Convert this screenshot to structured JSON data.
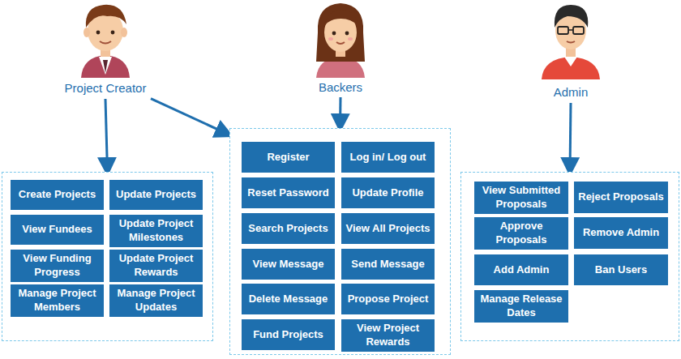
{
  "diagram": {
    "nodes": [
      {
        "text": [
          "Project Creator"
        ]
      },
      {
        "text": [
          "Backers"
        ]
      },
      {
        "text": [
          "Admin"
        ]
      },
      {
        "text": []
      },
      {
        "text": [
          "Create Projects"
        ],
        "in": 3
      },
      {
        "text": [
          "Update Projects"
        ],
        "in": 3
      },
      {
        "text": [
          "View Fundees"
        ],
        "in": 3
      },
      {
        "text": [
          "Update Project Milestones"
        ],
        "in": 3
      },
      {
        "text": [
          "View Funding Progress"
        ],
        "in": 3
      },
      {
        "text": [
          "Update Project Rewards"
        ],
        "in": 3
      },
      {
        "text": [
          "Manage Project Members"
        ],
        "in": 3
      },
      {
        "text": [
          "Manage Project Updates"
        ],
        "in": 3
      },
      {
        "text": []
      },
      {
        "text": [
          "Register"
        ],
        "in": 12
      },
      {
        "text": [
          "Log in/ Log out"
        ],
        "in": 12
      },
      {
        "text": [
          "Reset Password"
        ],
        "in": 12
      },
      {
        "text": [
          "Update Profile"
        ],
        "in": 12
      },
      {
        "text": [
          "Search Projects"
        ],
        "in": 12
      },
      {
        "text": [
          "View All Projects"
        ],
        "in": 12
      },
      {
        "text": [
          "View Message"
        ],
        "in": 12
      },
      {
        "text": [
          "Send Message"
        ],
        "in": 12
      },
      {
        "text": [
          "Delete Message"
        ],
        "in": 12
      },
      {
        "text": [
          "Propose Project"
        ],
        "in": 12
      },
      {
        "text": [
          "Fund Projects"
        ],
        "in": 12
      },
      {
        "text": [
          "View Project Rewards"
        ],
        "in": 12
      },
      {
        "text": []
      },
      {
        "text": [
          "View Submitted Proposals"
        ],
        "in": 25
      },
      {
        "text": [
          "Reject Proposals"
        ],
        "in": 25
      },
      {
        "text": [
          "Approve Proposals"
        ],
        "in": 25
      },
      {
        "text": [
          "Remove Admin"
        ],
        "in": 25
      },
      {
        "text": [
          "Add Admin"
        ],
        "in": 25
      },
      {
        "text": [
          "Ban Users"
        ],
        "in": 25
      },
      {
        "text": [
          "Manage Release Dates"
        ],
        "in": 25
      }
    ],
    "edges": [
      {
        "from": 0,
        "to": 3,
        "arrow": "to"
      },
      {
        "from": 0,
        "to": 12,
        "arrow": "to"
      },
      {
        "from": 1,
        "to": 12,
        "arrow": "to"
      },
      {
        "from": 2,
        "to": 25,
        "arrow": "to"
      }
    ]
  }
}
